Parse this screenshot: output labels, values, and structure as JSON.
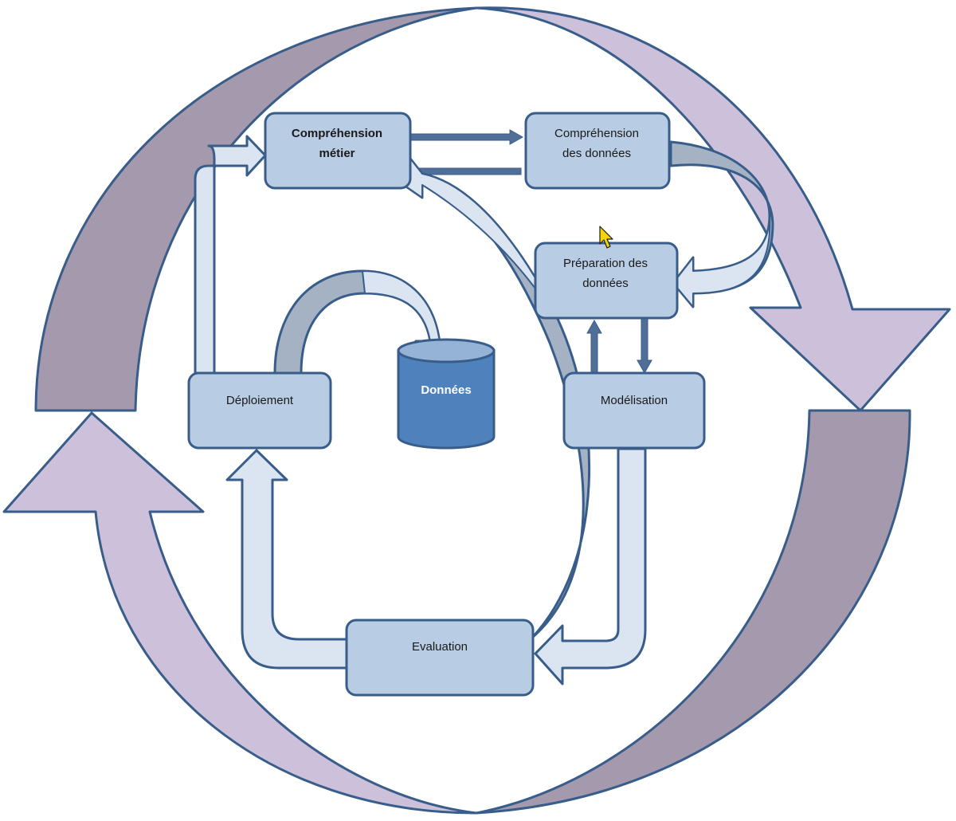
{
  "nodes": {
    "business_understanding": {
      "line1": "Compréhension",
      "line2": "métier"
    },
    "data_understanding": {
      "line1": "Compréhension",
      "line2": "des données"
    },
    "data_preparation": {
      "line1": "Préparation des",
      "line2": "données"
    },
    "modeling": {
      "label": "Modélisation"
    },
    "evaluation": {
      "label": "Evaluation"
    },
    "deployment": {
      "label": "Déploiement"
    },
    "data_store": {
      "label": "Données"
    }
  },
  "colors": {
    "box_fill": "#b8cce4",
    "box_stroke": "#385d8a",
    "arrow_light": "#dbe5f1",
    "arrow_gray": "#a5b2c3",
    "cycle_lavender": "#ccc0da",
    "cycle_mauve": "#a599ad",
    "db_fill": "#4f81bd",
    "db_top": "#95b3d7",
    "cursor": "#f5d400"
  },
  "icons": [
    "mouse-cursor-icon",
    "database-icon"
  ]
}
